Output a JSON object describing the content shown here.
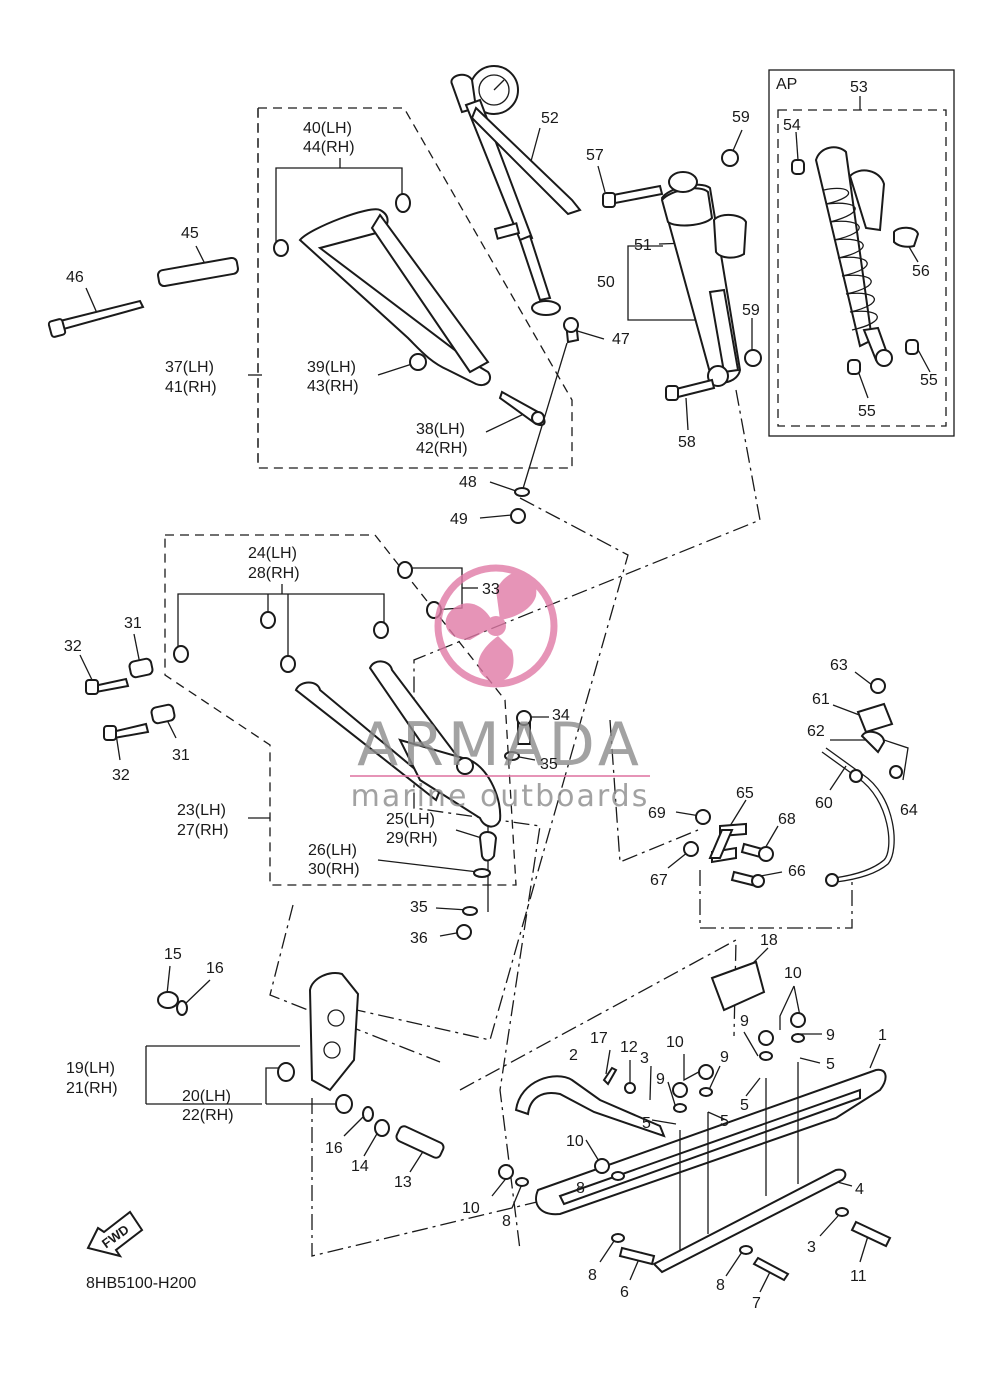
{
  "colors": {
    "line": "#1a1a1a",
    "watermark": "#e07aa6",
    "watermark_text": "#8c8c8c",
    "background": "#ffffff"
  },
  "watermark": {
    "brand": "ARMADA",
    "tagline": "marine outboards"
  },
  "catalog_code": "8HB5100-H200",
  "fwd_badge": "FWD",
  "ap_box_label": "AP",
  "labels": [
    {
      "id": "l40",
      "text": "40(LH)"
    },
    {
      "id": "l44",
      "text": "44(RH)"
    },
    {
      "id": "l45",
      "text": "45"
    },
    {
      "id": "l46",
      "text": "46"
    },
    {
      "id": "l37",
      "text": "37(LH)"
    },
    {
      "id": "l41",
      "text": "41(RH)"
    },
    {
      "id": "l39",
      "text": "39(LH)"
    },
    {
      "id": "l43",
      "text": "43(RH)"
    },
    {
      "id": "l38",
      "text": "38(LH)"
    },
    {
      "id": "l42",
      "text": "42(RH)"
    },
    {
      "id": "l52",
      "text": "52"
    },
    {
      "id": "l47",
      "text": "47"
    },
    {
      "id": "l48",
      "text": "48"
    },
    {
      "id": "l49",
      "text": "49"
    },
    {
      "id": "l57",
      "text": "57"
    },
    {
      "id": "l59a",
      "text": "59"
    },
    {
      "id": "l59b",
      "text": "59"
    },
    {
      "id": "l51",
      "text": "51"
    },
    {
      "id": "l50",
      "text": "50"
    },
    {
      "id": "l58",
      "text": "58"
    },
    {
      "id": "l53",
      "text": "53"
    },
    {
      "id": "l54",
      "text": "54"
    },
    {
      "id": "l56",
      "text": "56"
    },
    {
      "id": "l55a",
      "text": "55"
    },
    {
      "id": "l55b",
      "text": "55"
    },
    {
      "id": "l24",
      "text": "24(LH)"
    },
    {
      "id": "l28",
      "text": "28(RH)"
    },
    {
      "id": "l33",
      "text": "33"
    },
    {
      "id": "l31a",
      "text": "31"
    },
    {
      "id": "l32a",
      "text": "32"
    },
    {
      "id": "l31b",
      "text": "31"
    },
    {
      "id": "l32b",
      "text": "32"
    },
    {
      "id": "l34",
      "text": "34"
    },
    {
      "id": "l35a",
      "text": "35"
    },
    {
      "id": "l23",
      "text": "23(LH)"
    },
    {
      "id": "l27",
      "text": "27(RH)"
    },
    {
      "id": "l25",
      "text": "25(LH)"
    },
    {
      "id": "l29",
      "text": "29(RH)"
    },
    {
      "id": "l26",
      "text": "26(LH)"
    },
    {
      "id": "l30",
      "text": "30(RH)"
    },
    {
      "id": "l35b",
      "text": "35"
    },
    {
      "id": "l36",
      "text": "36"
    },
    {
      "id": "l63",
      "text": "63"
    },
    {
      "id": "l61",
      "text": "61"
    },
    {
      "id": "l62",
      "text": "62"
    },
    {
      "id": "l60",
      "text": "60"
    },
    {
      "id": "l64",
      "text": "64"
    },
    {
      "id": "l69",
      "text": "69"
    },
    {
      "id": "l65",
      "text": "65"
    },
    {
      "id": "l68",
      "text": "68"
    },
    {
      "id": "l67",
      "text": "67"
    },
    {
      "id": "l66",
      "text": "66"
    },
    {
      "id": "l15",
      "text": "15"
    },
    {
      "id": "l16a",
      "text": "16"
    },
    {
      "id": "l19",
      "text": "19(LH)"
    },
    {
      "id": "l21",
      "text": "21(RH)"
    },
    {
      "id": "l20",
      "text": "20(LH)"
    },
    {
      "id": "l22",
      "text": "22(RH)"
    },
    {
      "id": "l16b",
      "text": "16"
    },
    {
      "id": "l14",
      "text": "14"
    },
    {
      "id": "l13",
      "text": "13"
    },
    {
      "id": "l18",
      "text": "18"
    },
    {
      "id": "l10a",
      "text": "10"
    },
    {
      "id": "l9a",
      "text": "9"
    },
    {
      "id": "l9b",
      "text": "9"
    },
    {
      "id": "l5a",
      "text": "5"
    },
    {
      "id": "l5b",
      "text": "5"
    },
    {
      "id": "l1",
      "text": "1"
    },
    {
      "id": "l17",
      "text": "17"
    },
    {
      "id": "l12",
      "text": "12"
    },
    {
      "id": "l3a",
      "text": "3"
    },
    {
      "id": "l10b",
      "text": "10"
    },
    {
      "id": "l9c",
      "text": "9"
    },
    {
      "id": "l9d",
      "text": "9"
    },
    {
      "id": "l5c",
      "text": "5"
    },
    {
      "id": "l5d",
      "text": "5"
    },
    {
      "id": "l2",
      "text": "2"
    },
    {
      "id": "l10c",
      "text": "10"
    },
    {
      "id": "l8a",
      "text": "8"
    },
    {
      "id": "l10d",
      "text": "10"
    },
    {
      "id": "l8b",
      "text": "8"
    },
    {
      "id": "l4",
      "text": "4"
    },
    {
      "id": "l3b",
      "text": "3"
    },
    {
      "id": "l11",
      "text": "11"
    },
    {
      "id": "l8c",
      "text": "8"
    },
    {
      "id": "l6",
      "text": "6"
    },
    {
      "id": "l8d",
      "text": "8"
    },
    {
      "id": "l7",
      "text": "7"
    }
  ]
}
